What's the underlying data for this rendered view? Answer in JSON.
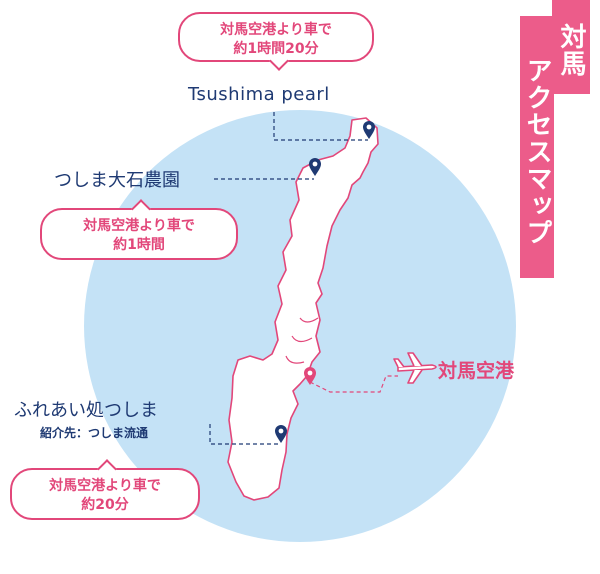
{
  "title": {
    "line1": "対馬",
    "line2": "アクセスマップ"
  },
  "places": {
    "tsushima_pearl": {
      "name": "Tsushima pearl"
    },
    "oishi_farm": {
      "name": "つしま大石農園"
    },
    "fureai": {
      "name": "ふれあい処つしま",
      "note": "紹介先：つしま流通"
    },
    "airport": {
      "name": "対馬空港"
    }
  },
  "bubbles": {
    "pearl": {
      "line1": "対馬空港より車で",
      "line2": "約1時間20分"
    },
    "farm": {
      "line1": "対馬空港より車で",
      "line2": "約1時間"
    },
    "fureai": {
      "line1": "対馬空港より車で",
      "line2": "約20分"
    }
  },
  "colors": {
    "accent_pink": "#e2477a",
    "title_band": "#ec5c8a",
    "sea_circle": "#c4e2f6",
    "island_outline": "#e2477a",
    "marker_navy": "#1f3a73",
    "text_navy": "#1f3a73"
  },
  "icons": {
    "location_pin": "map-pin-icon",
    "airport": "airplane-icon"
  }
}
